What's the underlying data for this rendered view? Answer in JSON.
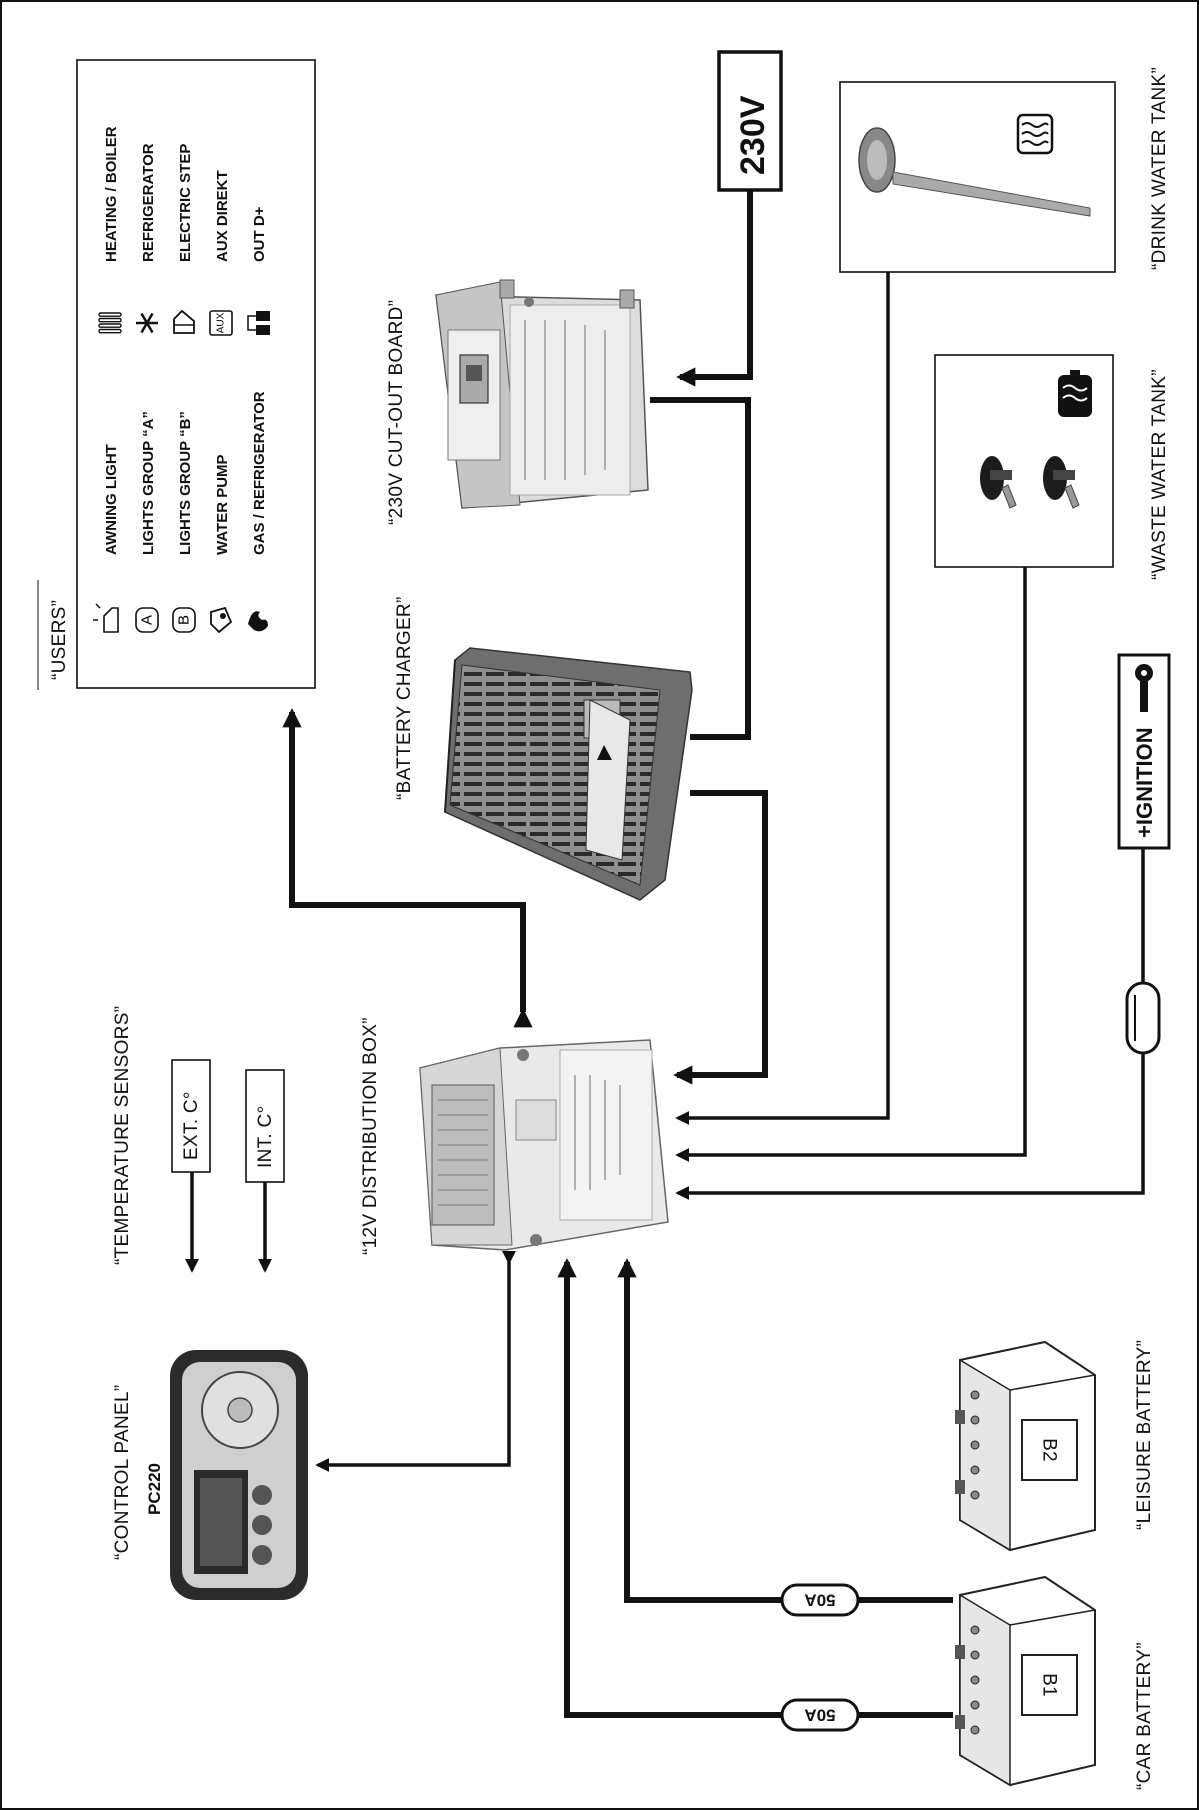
{
  "labels": {
    "users": "“USERS”",
    "temperature_sensors": "“TEMPERATURE SENSORS”",
    "battery_charger": "“BATTERY CHARGER”",
    "cutout_board": "“230V CUT-OUT BOARD”",
    "distribution_box": "“12V DISTRIBUTION BOX”",
    "control_panel": "“CONTROL PANEL”",
    "control_panel_model": "PC220",
    "drink_water_tank": "“DRINK WATER TANK”",
    "waste_water_tank": "“WASTE WATER TANK”",
    "leisure_battery": "“LEISURE BATTERY”",
    "car_battery": "“CAR BATTERY”",
    "v230": "230V",
    "ignition": "+IGNITION",
    "ext_c": "EXT. C°",
    "int_c": "INT. C°",
    "fuse_1": "50A",
    "fuse_2": "50A",
    "battery_b1": "B1",
    "battery_b2": "B2"
  },
  "users_left": [
    {
      "label": "AWNING LIGHT",
      "icon": "awning-light-icon"
    },
    {
      "label": "LIGHTS GROUP “A”",
      "icon": "lights-group-a-icon",
      "glyph": "A"
    },
    {
      "label": "LIGHTS GROUP “B”",
      "icon": "lights-group-b-icon",
      "glyph": "B"
    },
    {
      "label": "WATER PUMP",
      "icon": "water-pump-icon"
    },
    {
      "label": "GAS / REFRIGERATOR",
      "icon": "gas-flame-icon"
    }
  ],
  "users_right": [
    {
      "label": "HEATING / BOILER",
      "icon": "heating-icon"
    },
    {
      "label": "REFRIGERATOR",
      "icon": "snowflake-icon"
    },
    {
      "label": "ELECTRIC STEP",
      "icon": "electric-step-icon"
    },
    {
      "label": "AUX DIREKT",
      "icon": "aux-icon",
      "glyph": "AUX"
    },
    {
      "label": "OUT D+",
      "icon": "battery-out-icon"
    }
  ]
}
